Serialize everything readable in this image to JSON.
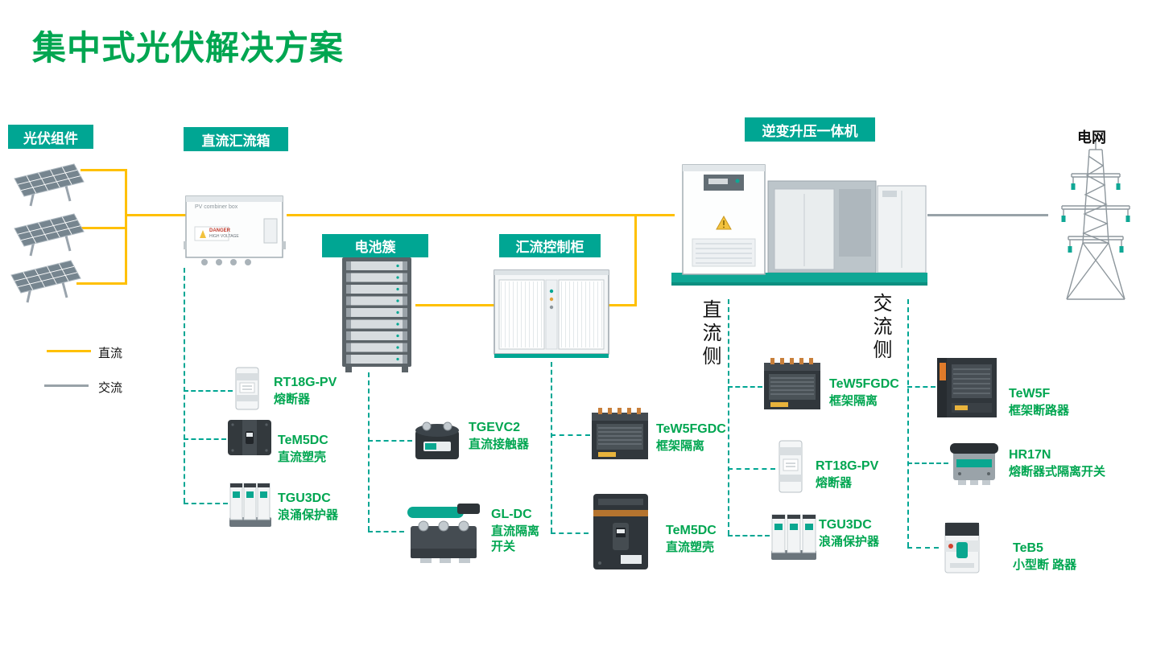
{
  "title": "集中式光伏解决方案",
  "colors": {
    "brand_green": "#00A651",
    "teal": "#00A693",
    "dc_line_yellow": "#FFC000",
    "ac_line_gray": "#98A2A8"
  },
  "stages": {
    "pv_modules": "光伏组件",
    "dc_combiner_box": "直流汇流箱",
    "battery_cluster": "电池簇",
    "combiner_control_cabinet": "汇流控制柜",
    "inverter_booster": "逆变升压一体机",
    "grid": "电网"
  },
  "legend": {
    "dc_label": "直流",
    "ac_label": "交流"
  },
  "sides": {
    "dc_side": "直流侧",
    "ac_side": "交流侧"
  },
  "combiner_box": {
    "caption": "PV combiner box",
    "warning_line1": "DANGER",
    "warning_line2": "HIGH VOLTAGE"
  },
  "products": [
    {
      "model": "RT18G-PV",
      "desc": "熔断器"
    },
    {
      "model": "TeM5DC",
      "desc": "直流塑壳"
    },
    {
      "model": "TGU3DC",
      "desc": "浪涌保护器"
    },
    {
      "model": "TGEVC2",
      "desc": "直流接触器"
    },
    {
      "model": "GL-DC",
      "desc": "直流隔离\n开关"
    },
    {
      "model": "TeW5FGDC",
      "desc": "框架隔离"
    },
    {
      "model": "TeM5DC",
      "desc": "直流塑壳"
    },
    {
      "model": "TeW5FGDC",
      "desc": "框架隔离"
    },
    {
      "model": "RT18G-PV",
      "desc": "熔断器"
    },
    {
      "model": "TGU3DC",
      "desc": "浪涌保护器"
    },
    {
      "model": "TeW5F",
      "desc": "框架断路器"
    },
    {
      "model": "HR17N",
      "desc": "熔断器式隔离开关"
    },
    {
      "model": "TeB5",
      "desc": "小型断 路器"
    }
  ]
}
